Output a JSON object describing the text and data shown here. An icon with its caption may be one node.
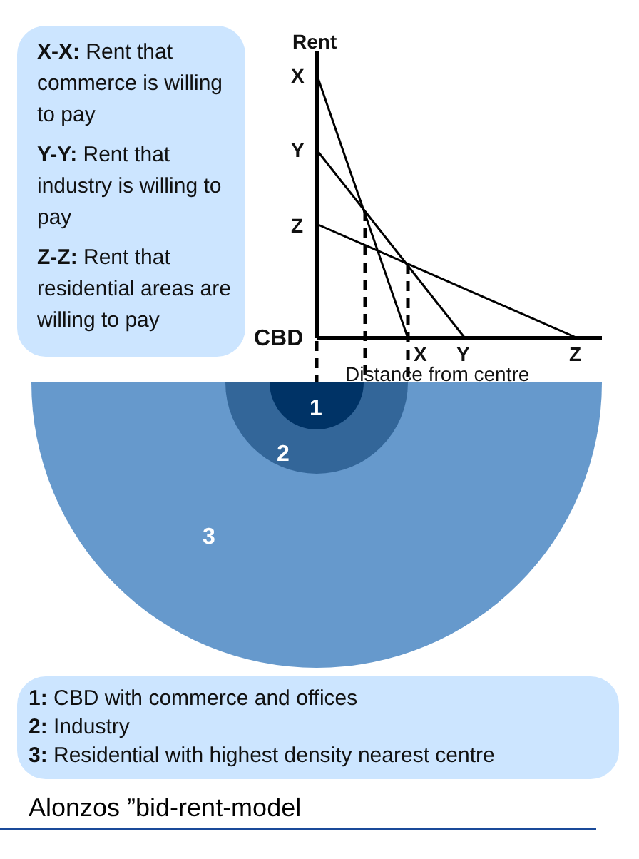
{
  "diagram": {
    "caption": "Alonzos ”bid-rent-model",
    "nodes": [
      {
        "text": [
          "**X-X:** Rent that commerce is willing to pay",
          "**Y-Y:** Rent that industry is willing to pay",
          "**Z-Z:** Rent that residential areas are willing to pay"
        ]
      },
      {
        "text": [
          "3"
        ]
      },
      {
        "text": [
          "2"
        ],
        "in": 1
      },
      {
        "text": [
          "1"
        ],
        "in": 2
      },
      {
        "text": [
          "**1:** CBD with commerce and offices",
          "**2:** Industry",
          "**3:** Residential with highest density nearest centre"
        ]
      }
    ],
    "edges": [],
    "labels": [
      "Rent",
      "X",
      "Y",
      "Z",
      "CBD",
      "X",
      "Y",
      "Z",
      "Distance from centre"
    ]
  }
}
